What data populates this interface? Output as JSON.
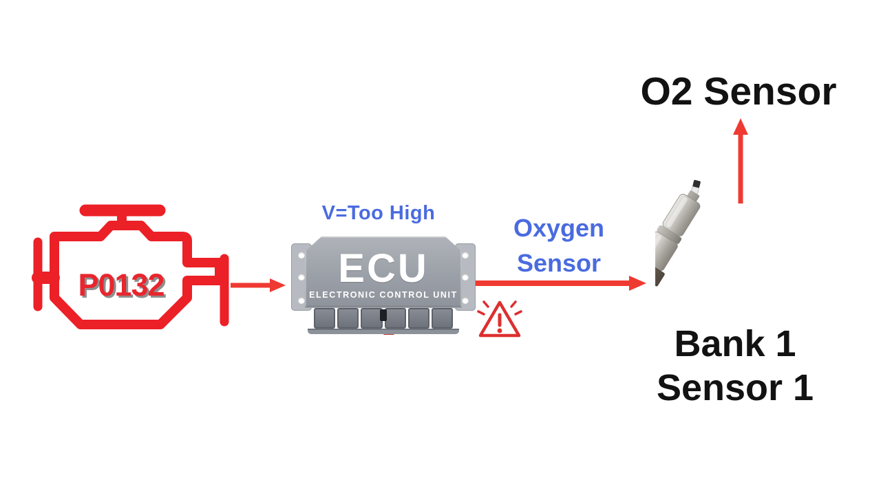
{
  "palette": {
    "red": "#ec2027",
    "arrow_red": "#ef3a32",
    "blue": "#4a6bdf",
    "warning_red": "#dd2f2f",
    "text_black": "#121212",
    "code_red": "#e8262e",
    "code_shadow": "#8f8f8f",
    "ecu_body": "#9aa0a8",
    "ecu_flange": "#b7bbc1",
    "ecu_connector": "#7a7f87"
  },
  "engine": {
    "icon": "check-engine-icon",
    "code": "P0132"
  },
  "ecu": {
    "voltage_label": "V=Too High",
    "name": "ECU",
    "subtitle": "ELECTRONIC CONTROL UNIT"
  },
  "connection": {
    "label_line1": "Oxygen",
    "label_line2": "Sensor",
    "arrow_icon": "red-arrow-icon",
    "warning_icon": "warning-triangle-icon"
  },
  "o2": {
    "title": "O2 Sensor",
    "location_line1": "Bank 1",
    "location_line2": "Sensor 1",
    "image": "oxygen-sensor-photo",
    "arrow_icon": "red-up-arrow-icon"
  }
}
